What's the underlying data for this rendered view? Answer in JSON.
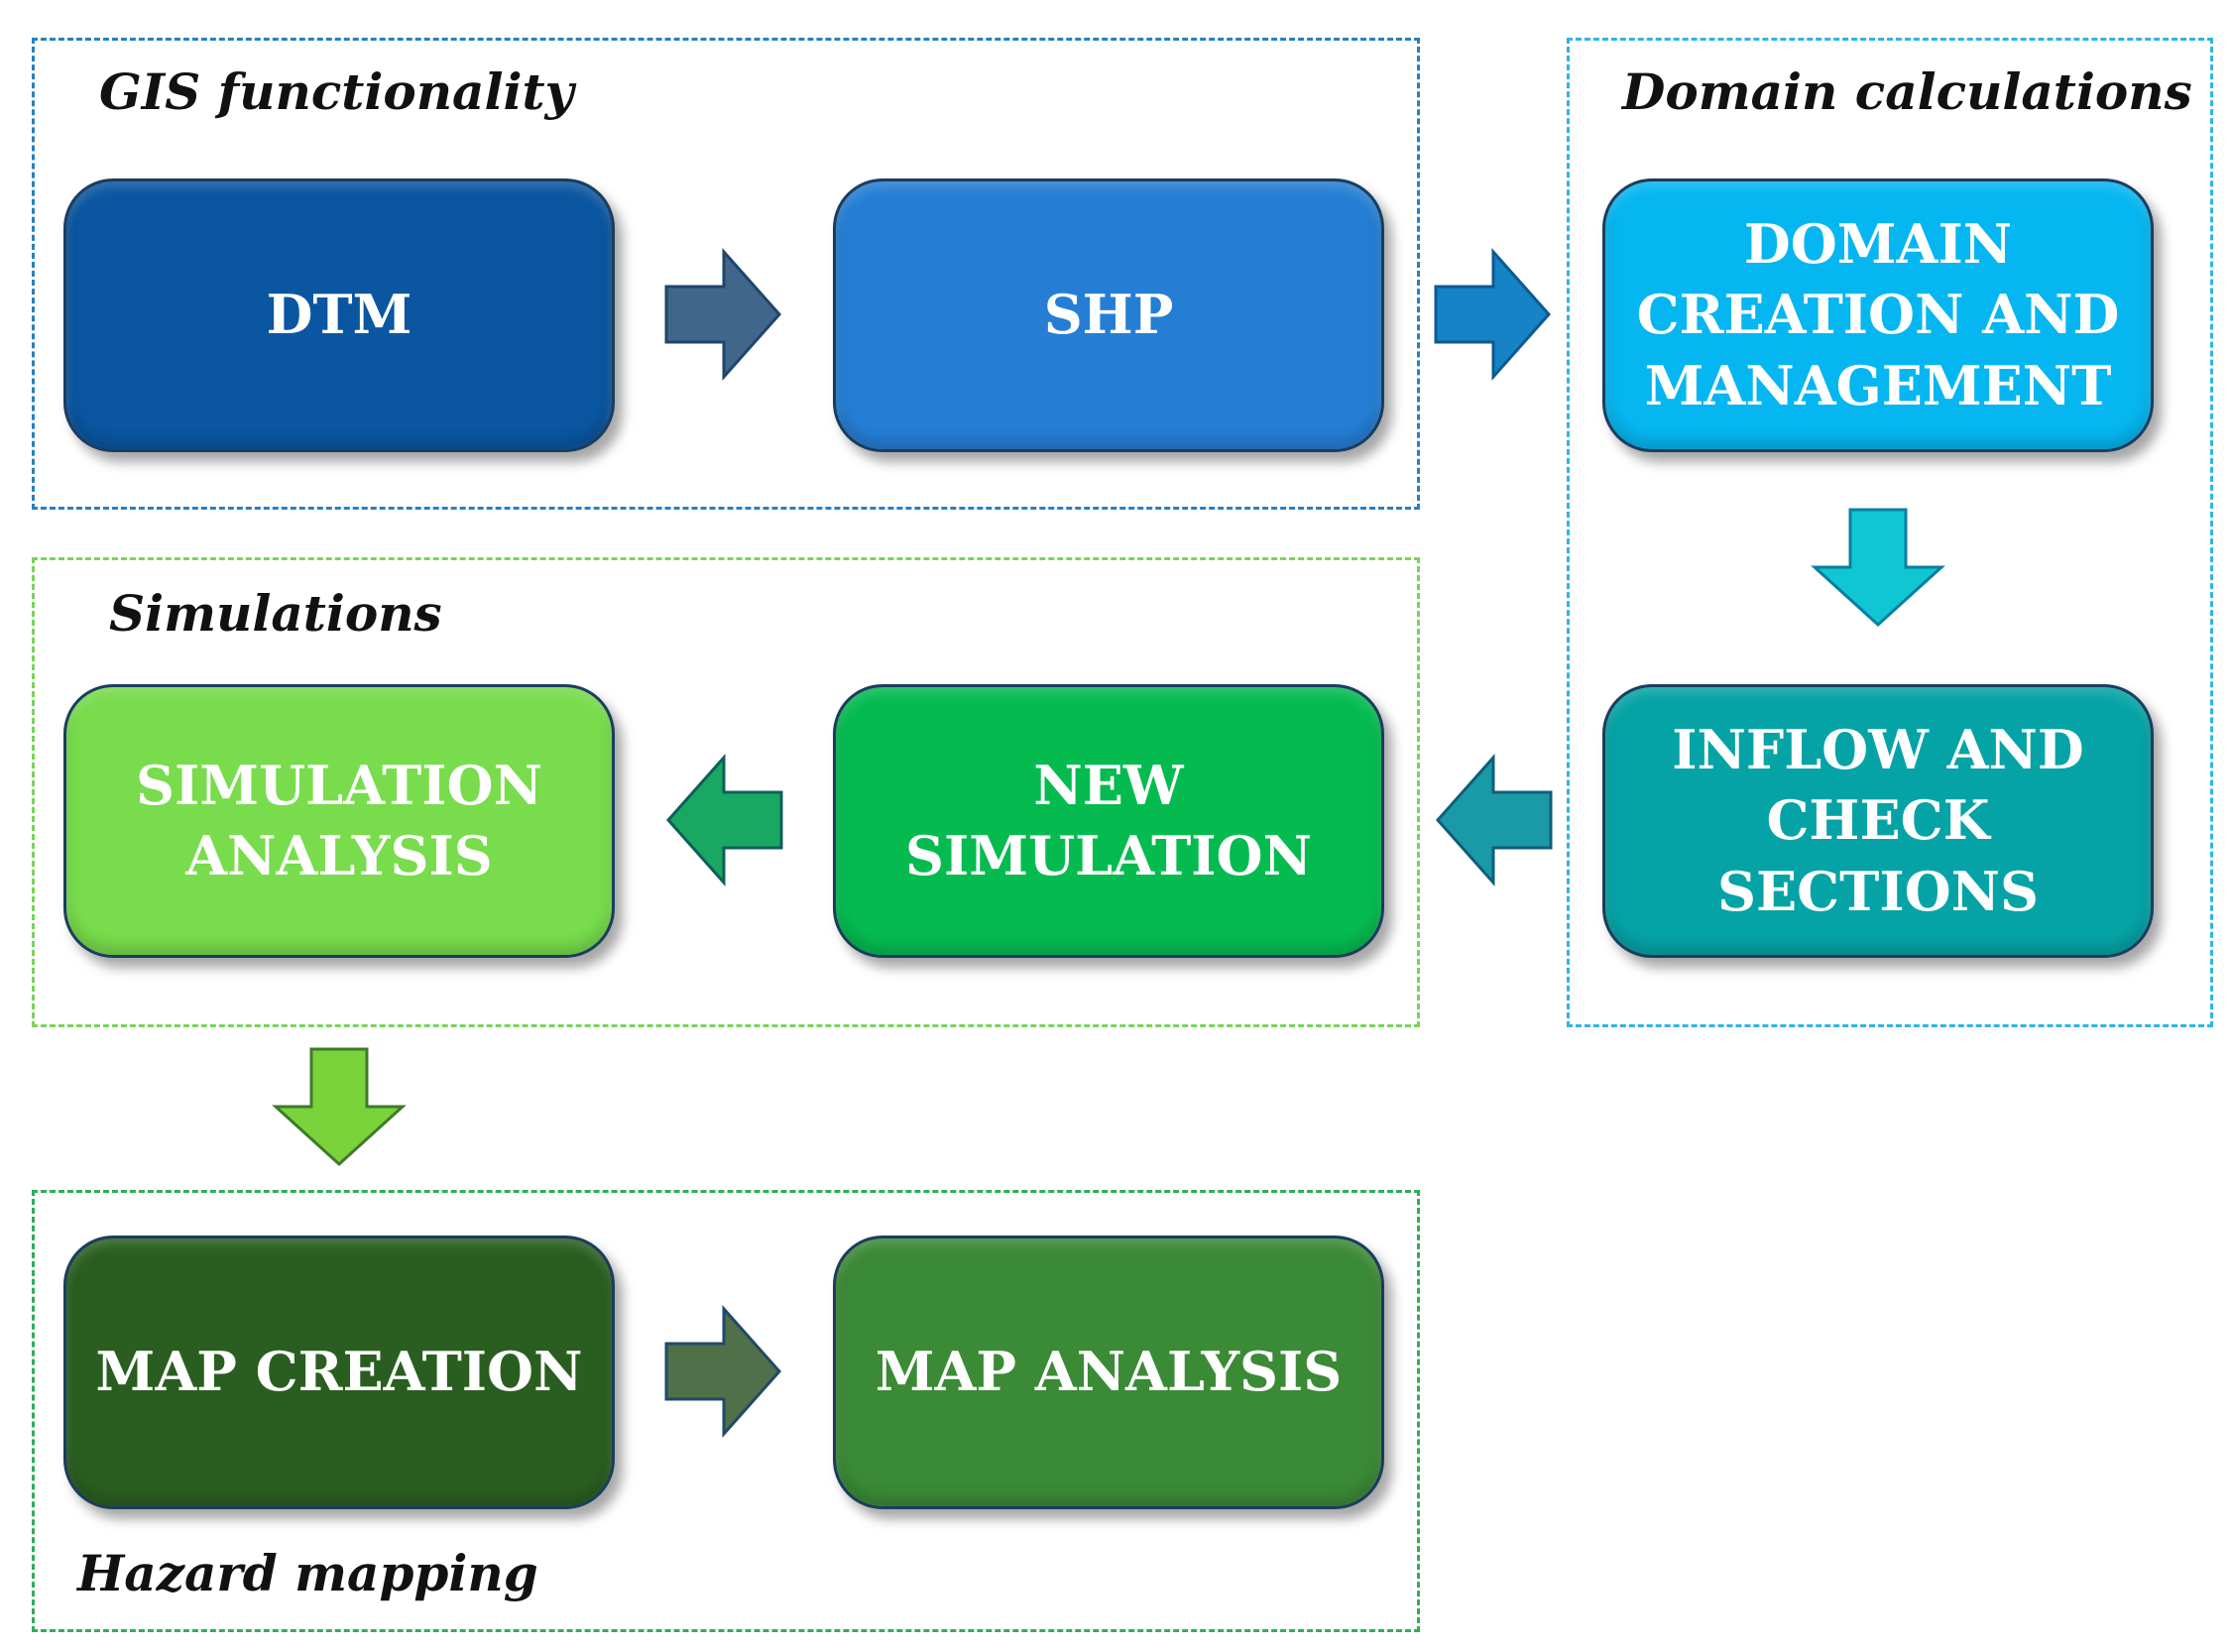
{
  "groups": {
    "gis": {
      "label": "GIS functionality"
    },
    "domain": {
      "label": "Domain calculations"
    },
    "simulations": {
      "label": "Simulations"
    },
    "hazard": {
      "label": "Hazard mapping"
    }
  },
  "boxes": {
    "dtm": {
      "label": "DTM"
    },
    "shp": {
      "label": "SHP"
    },
    "domain_creation": {
      "label": "DOMAIN\nCREATION AND\nMANAGEMENT"
    },
    "inflow_check": {
      "label": "INFLOW AND\nCHECK\nSECTIONS"
    },
    "new_simulation": {
      "label": "NEW\nSIMULATION"
    },
    "simulation_analysis": {
      "label": "SIMULATION\nANALYSIS"
    },
    "map_creation": {
      "label": "MAP CREATION"
    },
    "map_analysis": {
      "label": "MAP ANALYSIS"
    }
  },
  "colors": {
    "gis_border": "#2a7fc0",
    "domain_border": "#2fb4e4",
    "simulations_border": "#7ad35a",
    "hazard_border": "#2fae5a",
    "dtm": "#0a56a0",
    "shp": "#257ed4",
    "domain_creation": "#06b6f0",
    "inflow_check": "#06a3a6",
    "new_simulation": "#05bb50",
    "simulation_analysis": "#78dc4c",
    "map_creation": "#2a5e20",
    "map_analysis": "#3b8a36",
    "arrow_gis": "#40668c",
    "arrow_to_domain": "#1583c6",
    "arrow_domain_down": "#10c6d2",
    "arrow_to_sim": "#1a9aa6",
    "arrow_sim": "#19a862",
    "arrow_sim_down": "#7ad33a",
    "arrow_hazard": "#4f7048"
  },
  "arrows": [
    {
      "name": "arrow-dtm-to-shp",
      "direction": "right",
      "color_key": "arrow_gis"
    },
    {
      "name": "arrow-shp-to-domain",
      "direction": "right",
      "color_key": "arrow_to_domain"
    },
    {
      "name": "arrow-domain-to-inflow",
      "direction": "down",
      "color_key": "arrow_domain_down"
    },
    {
      "name": "arrow-inflow-to-new-simulation",
      "direction": "left",
      "color_key": "arrow_to_sim"
    },
    {
      "name": "arrow-new-simulation-to-analysis",
      "direction": "left",
      "color_key": "arrow_sim"
    },
    {
      "name": "arrow-simulations-to-hazard",
      "direction": "down",
      "color_key": "arrow_sim_down"
    },
    {
      "name": "arrow-map-creation-to-analysis",
      "direction": "right",
      "color_key": "arrow_hazard"
    }
  ]
}
